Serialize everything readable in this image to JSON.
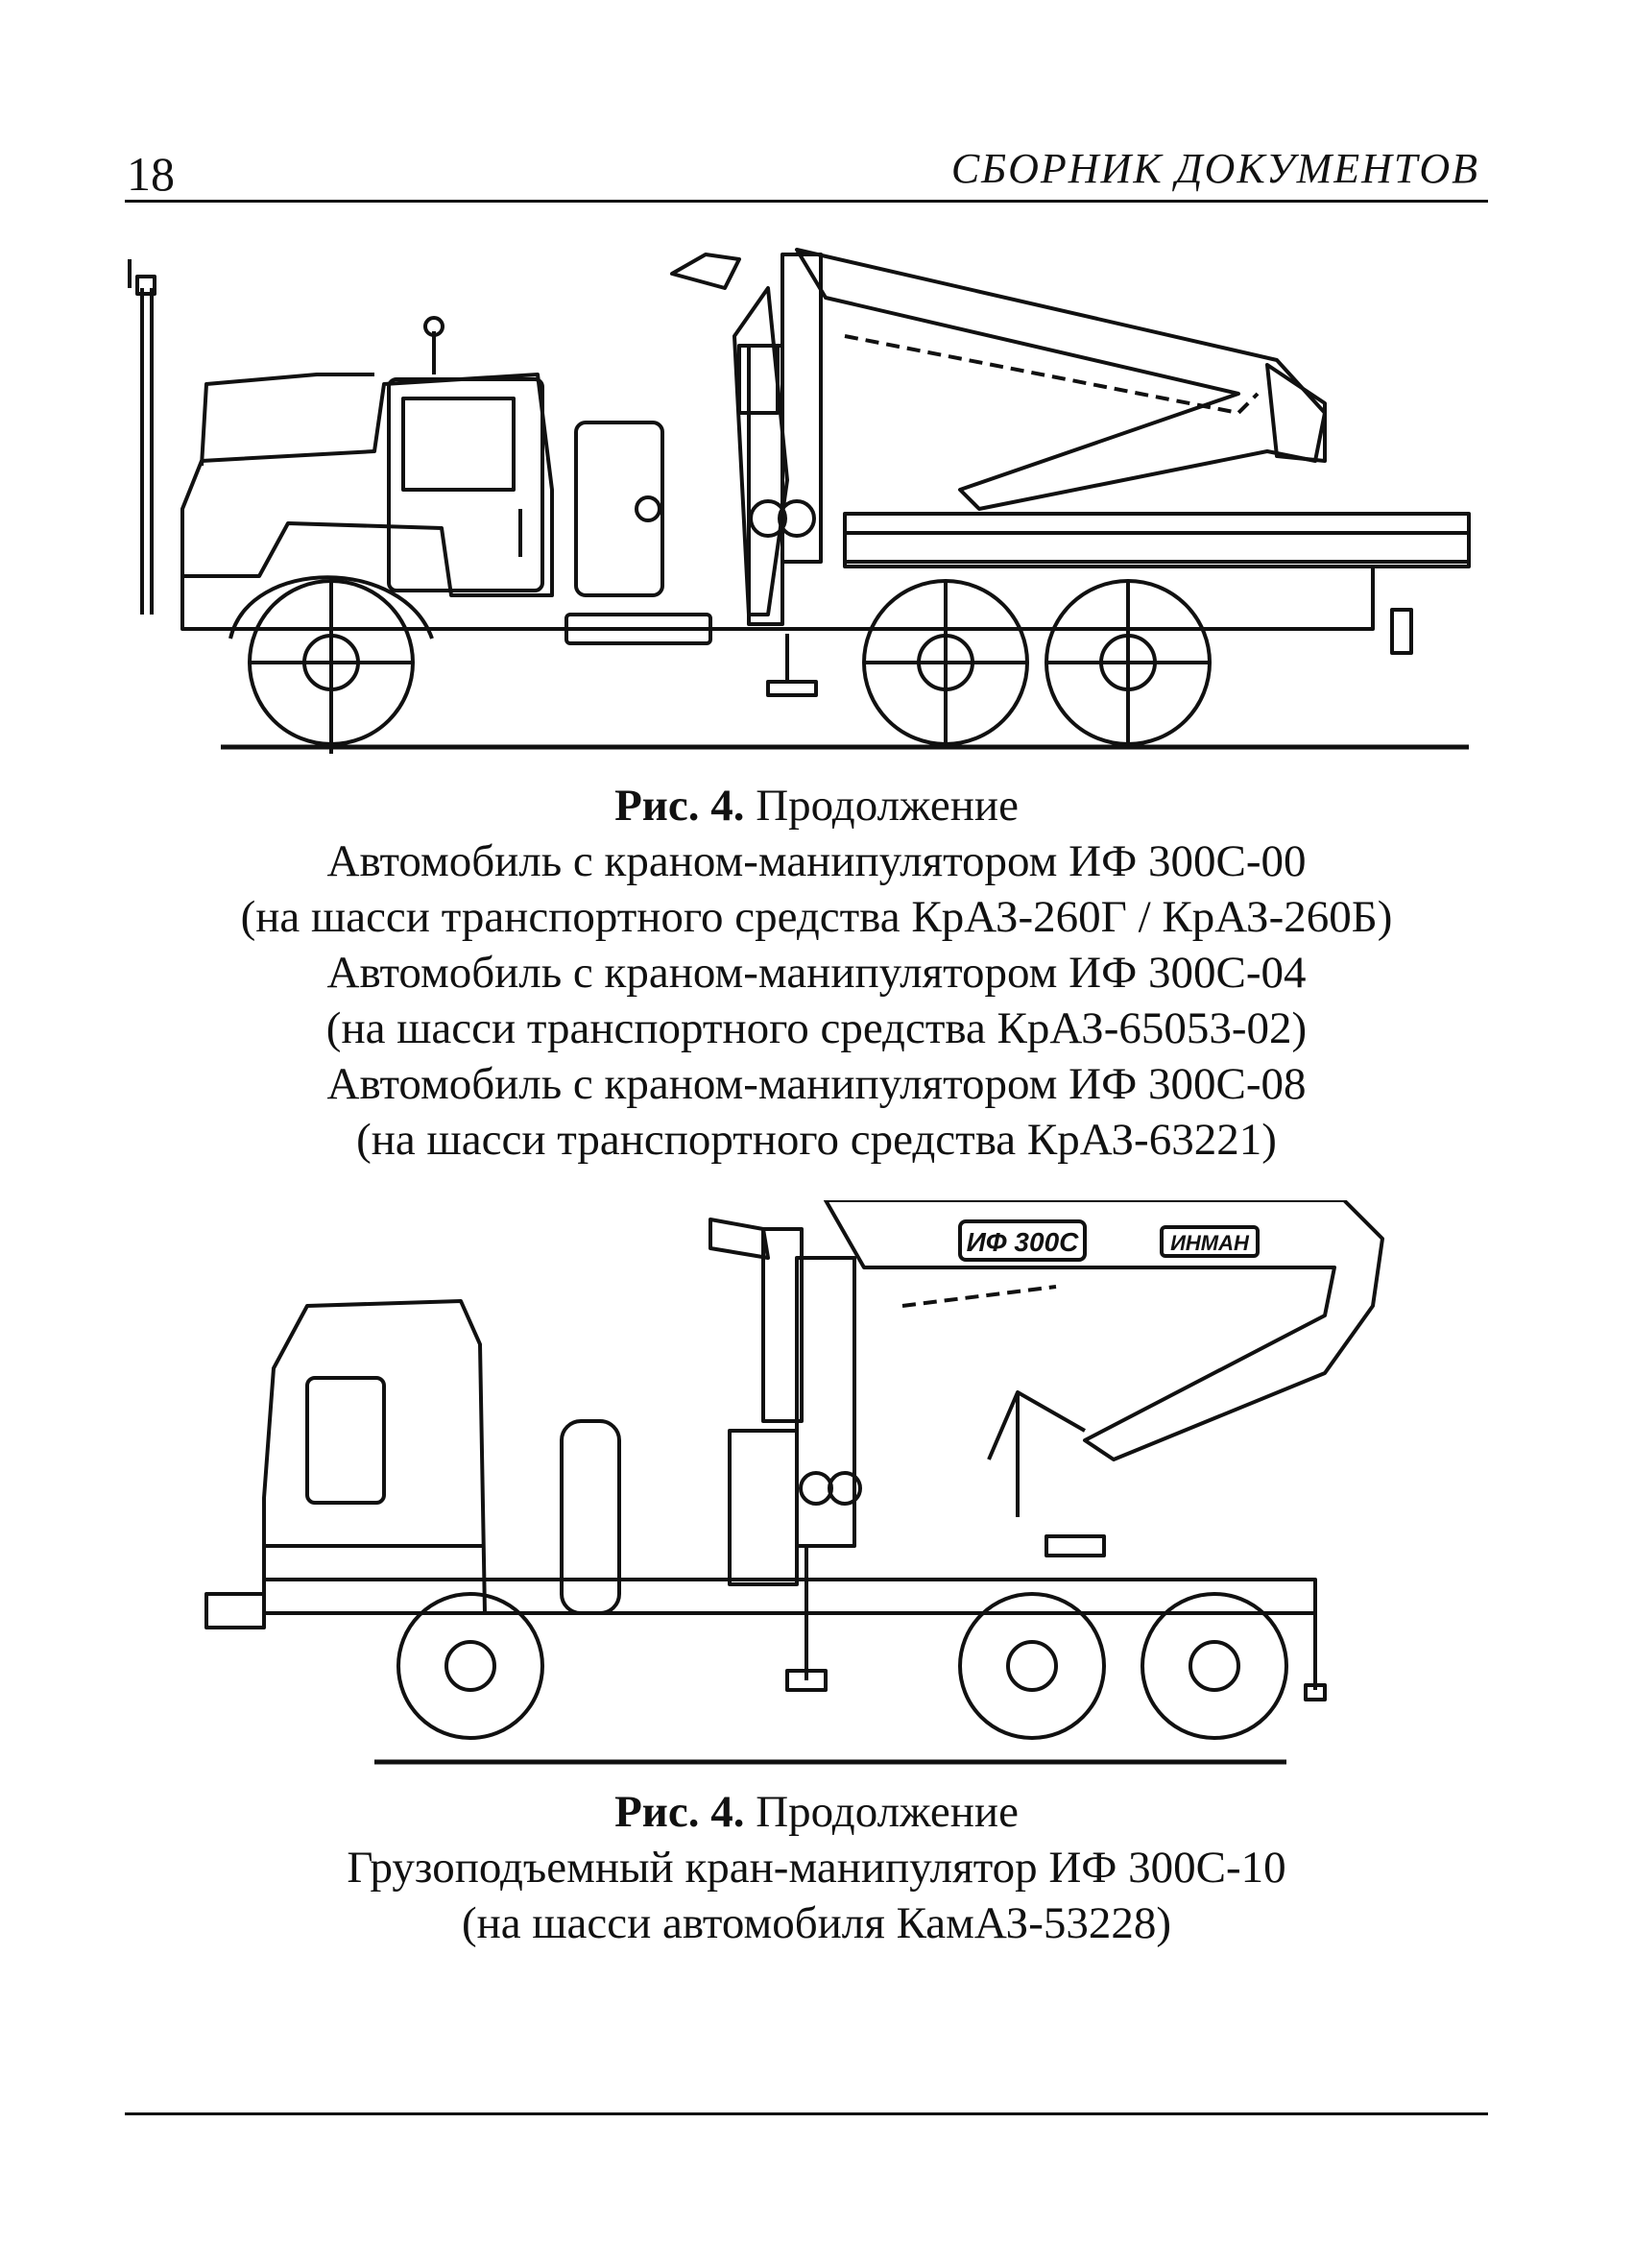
{
  "header": {
    "page_number": "18",
    "running_title": "СБОРНИК ДОКУМЕНТОВ"
  },
  "figure1": {
    "label": "Рис. 4.",
    "label_suffix": " Продолжение",
    "lines": [
      "Автомобиль с краном-манипулятором ИФ 300С-00",
      "(на шасси транспортного средства КрАЗ-260Г / КрАЗ-260Б)",
      "Автомобиль с краном-манипулятором ИФ 300С-04",
      "(на шасси транспортного средства КрАЗ-65053-02)",
      "Автомобиль с краном-манипулятором ИФ 300С-08",
      "(на шасси транспортного средства КрАЗ-63221)"
    ]
  },
  "figure2": {
    "label": "Рис. 4.",
    "label_suffix": " Продолжение",
    "boom_marking_model": "ИФ 300С",
    "boom_marking_brand": "ИНМАН",
    "lines": [
      "Грузоподъемный кран-манипулятор ИФ 300С-10",
      "(на шасси автомобиля КамАЗ-53228)"
    ]
  }
}
